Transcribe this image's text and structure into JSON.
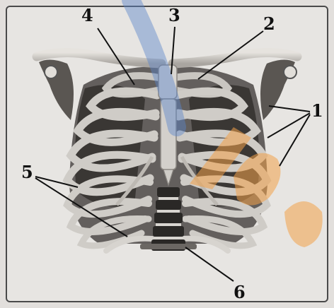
{
  "labels": {
    "one": "1",
    "two": "2",
    "three": "3",
    "four": "4",
    "five": "5",
    "six": "6"
  },
  "colors": {
    "bone": "#d4d1cc",
    "bone_shadow": "#6e6a66",
    "dark_gap": "#3c3a38",
    "background": "#e7e5e2",
    "watermark_blue": "#5b86c9",
    "watermark_orange": "#f2a24a",
    "pointer": "#111111"
  }
}
